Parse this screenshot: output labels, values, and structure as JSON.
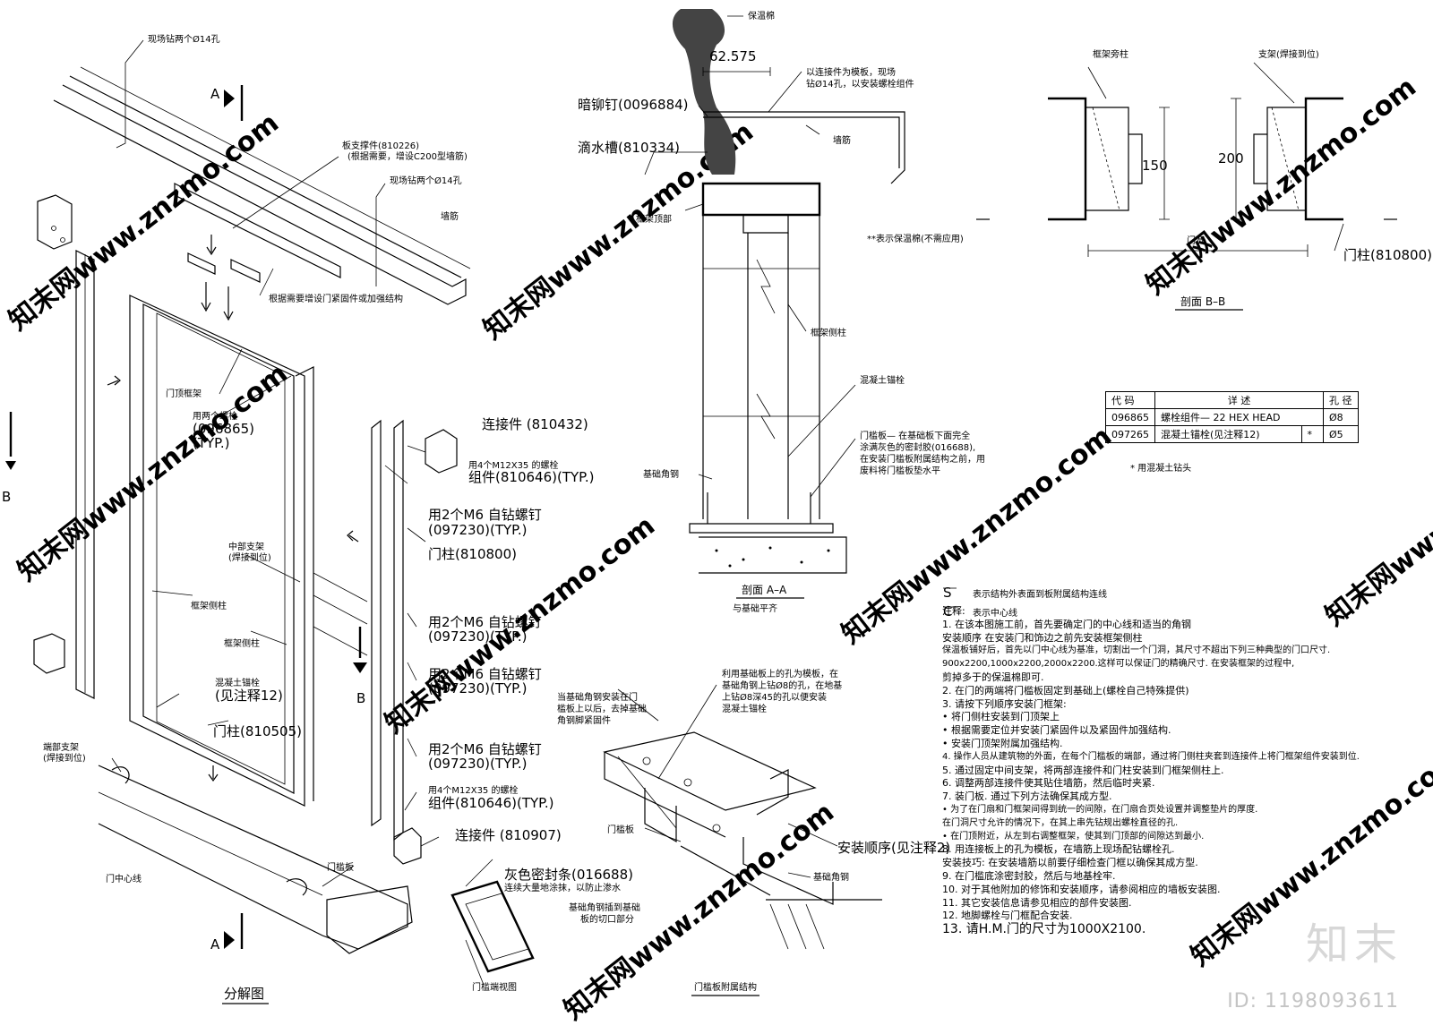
{
  "exploded_view": {
    "title": "分解图",
    "labels": {
      "field_drill_top": "现场钻两个Ø14孔",
      "field_drill_mid": "现场钻两个Ø14孔",
      "stiffener": "板支撑件(810226)",
      "stiffener_note": "(根据需要，增设C200型墙筋)",
      "wall_stud": "墙筋",
      "reinforce": "根据需要增设门紧固件或加强结构",
      "door_head_frame": "门顶框架",
      "anchor_bolts": "用两个螺栓",
      "anchor_bolts_code": "(096865)",
      "anchor_bolts_typ": "(TYP.)",
      "connector_810432": "连接件 (810432)",
      "bolt_4m12_a": "用4个M12X35 的螺栓",
      "bolt_4m12_a_code": "组件(810646)(TYP.)",
      "screw_2m6_a": "用2个M6 自钻螺钉",
      "screw_2m6_a_code": "(097230)(TYP.)",
      "door_post": "门柱(810800)",
      "mid_support": "中部支架",
      "mid_support_note": "(焊接到位)",
      "frame_side_post_a": "框架侧柱",
      "frame_side_post_b": "框架侧柱",
      "screw_2m6_b": "用2个M6 自钻螺钉",
      "screw_2m6_b_code": "(097230)(TYP.)",
      "screw_2m6_c": "用2个M6 自钻螺钉",
      "screw_2m6_c_code": "(097230)(TYP.)",
      "screw_2m6_d": "用2个M6 自钻螺钉",
      "screw_2m6_d_code": "(097230)(TYP.)",
      "concrete_anchor": "混凝土锚栓",
      "concrete_anchor_note": "(见注释12)",
      "door_post_810505": "门柱(810505)",
      "end_support": "端部支架",
      "end_support_note": "(焊接到位)",
      "bolt_4m12_b": "用4个M12X35 的螺栓",
      "bolt_4m12_b_code": "组件(810646)(TYP.)",
      "connector_810907": "连接件 (810907)",
      "door_centerline": "门中心线",
      "threshold": "门槛板",
      "sealant": "灰色密封条(016688)",
      "sealant_note": "连续大量地涂抹，以防止渗水",
      "section_a_top": "A",
      "section_a_bottom": "A",
      "section_b_left": "B",
      "section_b_right": "B"
    }
  },
  "section_aa": {
    "title": "剖面 A–A",
    "subtitle": "与基础平齐",
    "labels": {
      "insulation": "保温棉",
      "dim": "62.575",
      "template": "以连接件为模板，现场",
      "template2": "钻Ø14孔，以安装螺栓组件",
      "rivet": "暗铆钉(0096884)",
      "wall_stud": "墙筋",
      "drip": "滴水槽(810334)",
      "frame_head": "框架顶部",
      "insulation_note": "**表示保温棉(不需应用)",
      "frame_side_post": "框架侧柱",
      "concrete_anchor": "混凝土锚栓",
      "threshold_note1": "门槛板— 在基础板下面完全",
      "threshold_note2": "涂满灰色的密封胶(016688),",
      "threshold_note3": "在安装门槛板附属结构之前，用",
      "threshold_note4": "废料将门槛板垫水平",
      "base_angle": "基础角钢"
    }
  },
  "section_bb": {
    "title": "剖面 B–B",
    "labels": {
      "frame_side_post": "框架旁柱",
      "support": "支架(焊接到位)",
      "dim150": "150",
      "dim200": "200",
      "door_width": "门宽",
      "door_post": "门柱(810800)"
    }
  },
  "spec_table": {
    "headers": [
      "代 码",
      "详    述",
      "孔 径"
    ],
    "rows": [
      [
        "096865",
        "螺栓组件— 22 HEX HEAD",
        "Ø8"
      ],
      [
        "097265",
        "混凝土锚栓(见注释12)",
        "*",
        "Ø5"
      ]
    ],
    "footnote": "* 用混凝土钻头"
  },
  "threshold_detail": {
    "title": "门槛板附属结构",
    "labels": {
      "template_note1": "利用基础板上的孔为模板，在",
      "template_note2": "基础角钢上钻Ø8的孔，在地基",
      "template_note3": "上钻Ø8深45的孔以便安装",
      "template_note4": "混凝土锚栓",
      "angle_note1": "当基础角钢安装在门",
      "angle_note2": "槛板上以后，去掉基础",
      "angle_note3": "角钢脚紧固件",
      "cut_note1": "基础角钢插到基础",
      "cut_note2": "板的切口部分",
      "threshold": "门槛板",
      "install_order": "安装顺序(见注释2)",
      "base_angle": "基础角钢",
      "end_view": "门槛端视图"
    }
  },
  "legend": {
    "sl": "表示结构外表面到板附属结构连线",
    "cl": "表示中心线"
  },
  "notes": {
    "heading": "注释:",
    "items": [
      "1. 在该本图施工前，首先要确定门的中心线和适当的角钢",
      "   安装顺序    在安装门和饰边之前先安装框架侧柱",
      "   保温板铺好后，首先以门中心线为基准，切割出一个门洞，其尺寸不超出下列三种典型的门口尺寸.",
      "   900x2200,1000x2200,2000x2200.这样可以保证门的精确尺寸. 在安装框架的过程中,",
      "   剪掉多于的保温棉即可.",
      "2. 在门的两端将门槛板固定到基础上(螺栓自己特殊提供)",
      "3. 请按下列顺序安装门框架:",
      "   •  将门侧柱安装到门顶架上",
      "   •  根据需要定位并安装门紧固件以及紧固件加强结构.",
      "   •  安装门顶架附属加强结构.",
      "4. 操作人员从建筑物的外面，在每个门槛板的端部，通过将门侧柱夹套到连接件上将门框架组件安装到位.",
      "5. 通过固定中间支架，将两部连接件和门柱安装到门框架侧柱上.",
      "6. 调整两部连接件使其贴住墙筋，然后临时夹紧.",
      "7. 装门板. 通过下列方法确保其成方型.",
      "   •  为了在门扇和门框架间得到统一的间隙，在门扇合页处设置并调整垫片的厚度.",
      "      在门洞尺寸允许的情况下，在其上串先钻规出螺栓直径的孔.",
      "   •  在门顶附近，从左到右调整框架，使其到门顶部的间隙达到最小.",
      "8. 用连接板上的孔为模板，在墙筋上现场配钻螺栓孔.",
      "   安装技巧: 在安装墙筋以前要仔细检查门框以确保其成方型.",
      "9. 在门槛底涂密封胶，然后与地基栓牢.",
      "10. 对于其他附加的修饰和安装顺序，请参阅相应的墙板安装图.",
      "11. 其它安装信息请参见相应的部件安装图.",
      "12. 地脚螺栓与门框配合安装.",
      "13. 请H.M.门的尺寸为1000X2100."
    ]
  },
  "brand": "知末",
  "image_id": "ID: 1198093611",
  "watermark": "知末网www.znzmo.com"
}
